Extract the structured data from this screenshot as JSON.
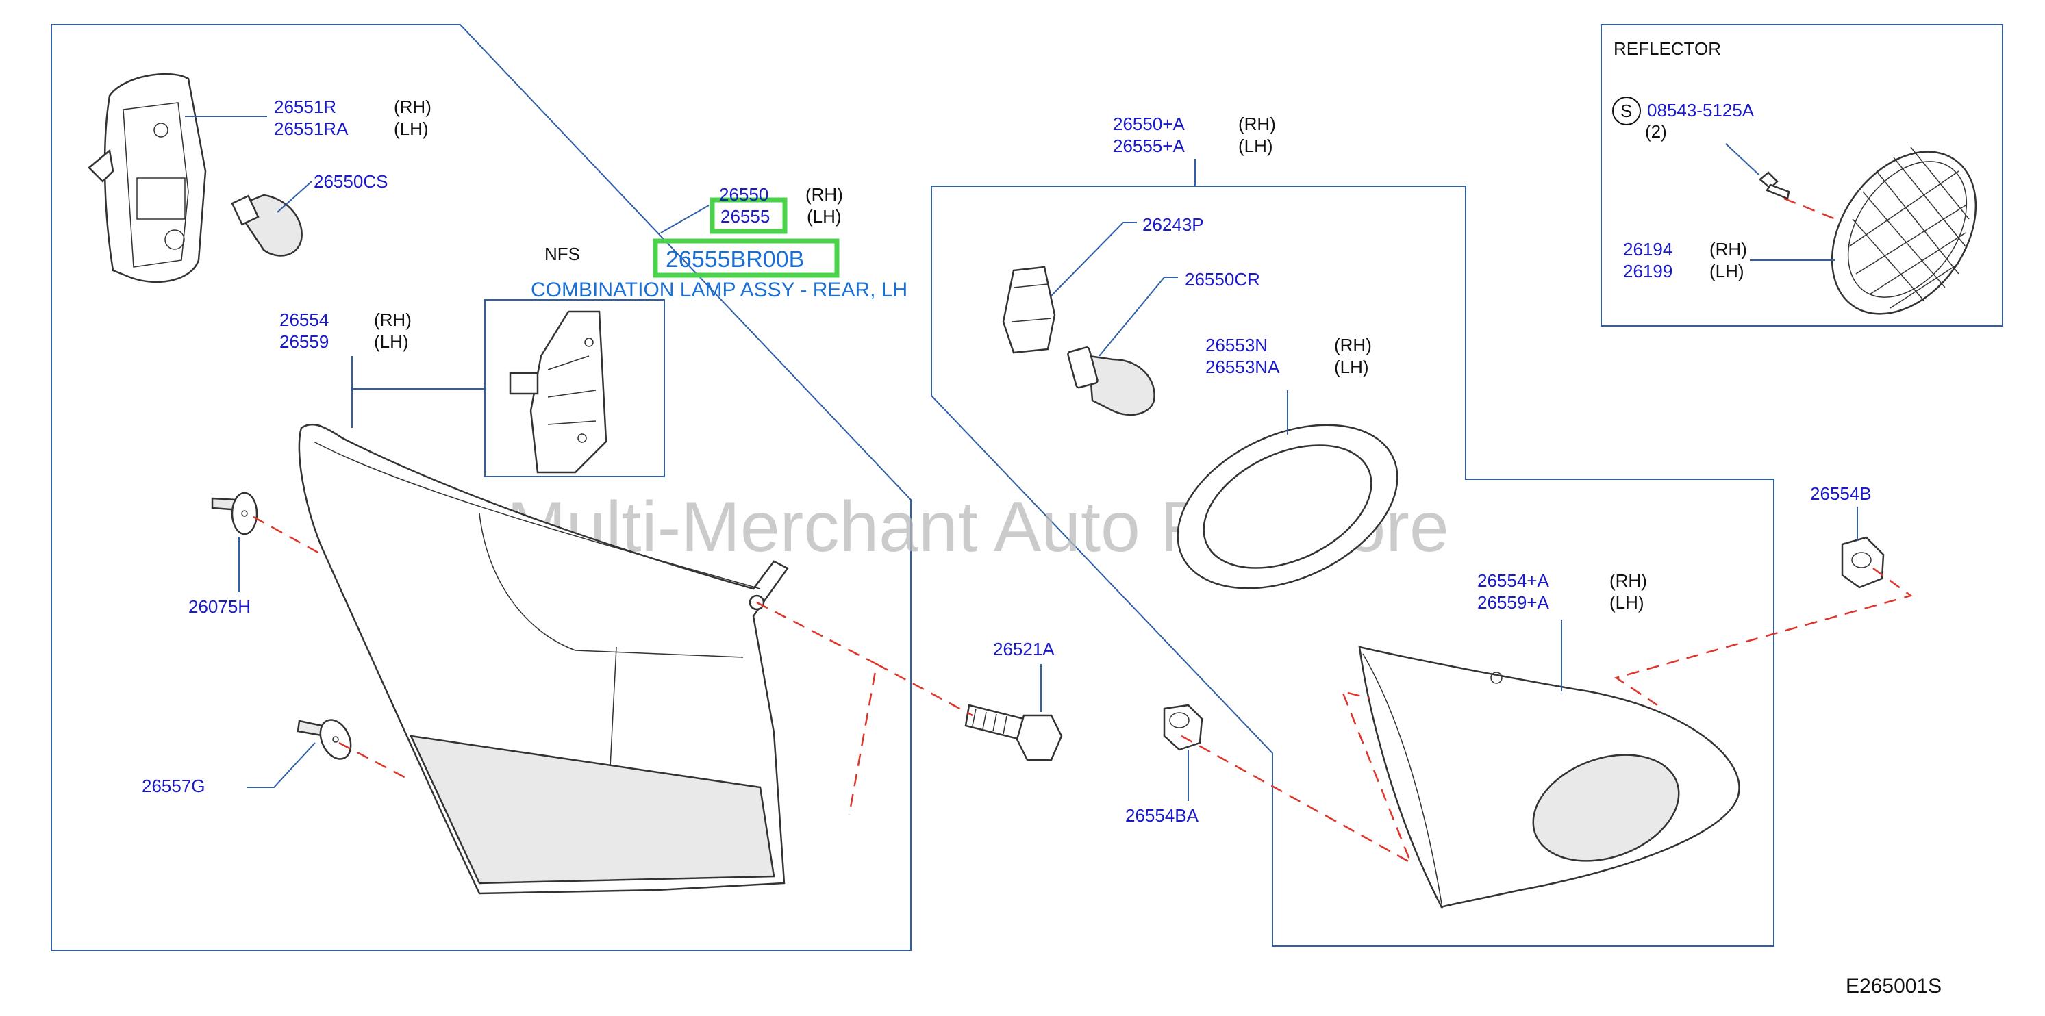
{
  "diagram": {
    "watermark": "Multi-Merchant Auto Partstore",
    "diagram_code": "E265001S",
    "selected_part": {
      "number": "26555BR00B",
      "description": "COMBINATION LAMP ASSY - REAR, LH"
    },
    "reflector_box_title": "REFLECTOR",
    "screw_symbol": "S",
    "screw_qty": "(2)",
    "nfs": "NFS",
    "side_rh": "(RH)",
    "side_lh": "(LH)",
    "parts": {
      "p26551R": "26551R",
      "p26551RA": "26551RA",
      "p26550CS": "26550CS",
      "p26550": "26550",
      "p26555": "26555",
      "p26554": "26554",
      "p26559": "26559",
      "p26075H": "26075H",
      "p26557G": "26557G",
      "p26521A": "26521A",
      "p26554BA": "26554BA",
      "p26550A": "26550+A",
      "p26555A": "26555+A",
      "p26243P": "26243P",
      "p26550CR": "26550CR",
      "p26553N": "26553N",
      "p26553NA": "26553NA",
      "p26554A": "26554+A",
      "p26559A": "26559+A",
      "p26554B": "26554B",
      "p08543": "08543-5125A",
      "p26194": "26194",
      "p26199": "26199"
    }
  }
}
